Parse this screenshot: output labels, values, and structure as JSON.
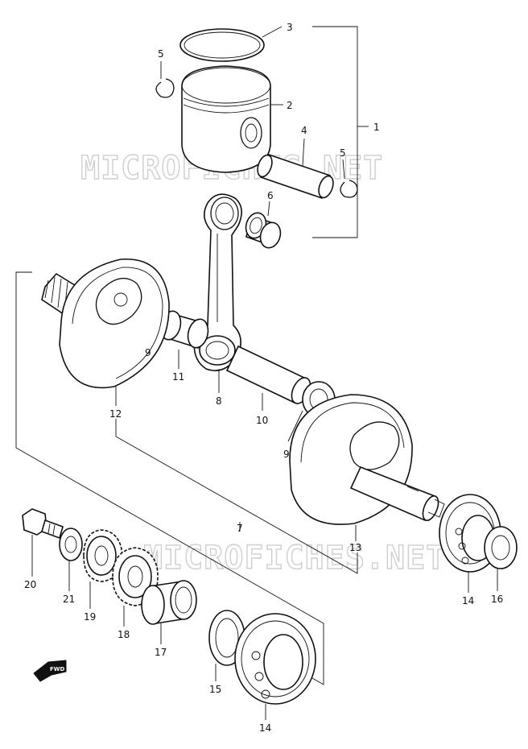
{
  "watermark": "MICROFICHES.NET",
  "fwd_label": "FWD",
  "callouts": {
    "c1": "1",
    "c2": "2",
    "c3": "3",
    "c4": "4",
    "c5a": "5",
    "c5b": "5",
    "c6": "6",
    "c7": "7",
    "c8": "8",
    "c9a": "9",
    "c9b": "9",
    "c10": "10",
    "c11": "11",
    "c12": "12",
    "c13": "13",
    "c14a": "14",
    "c14b": "14",
    "c15": "15",
    "c16": "16",
    "c17": "17",
    "c18": "18",
    "c19": "19",
    "c20": "20",
    "c21": "21"
  }
}
